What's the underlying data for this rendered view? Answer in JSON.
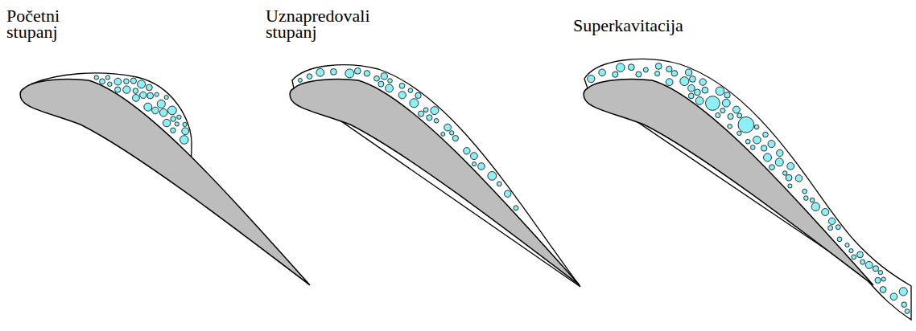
{
  "diagram": {
    "labels": [
      "Početni stupanj",
      "Uznapredovali stupanj",
      "Superkavitacija"
    ]
  }
}
